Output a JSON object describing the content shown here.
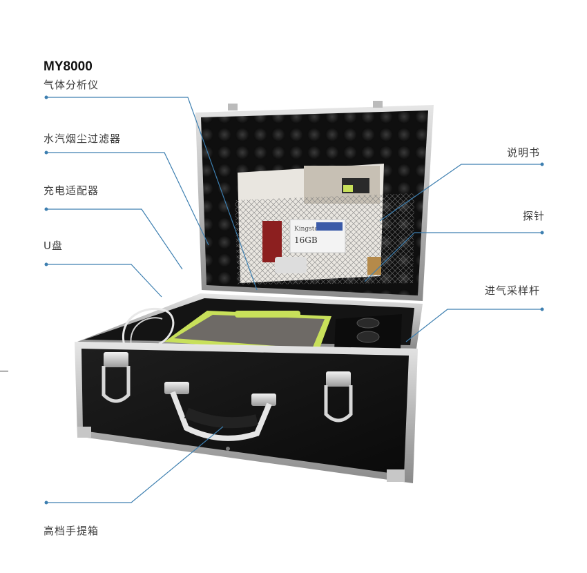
{
  "product": {
    "model": "MY8000",
    "name": "气体分析仪"
  },
  "callouts": {
    "filter": "水汽烟尘过滤器",
    "charger": "充电适配器",
    "usb": "U盘",
    "manual": "说明书",
    "probe": "探针",
    "intake_rod": "进气采样杆",
    "case": "高档手提箱"
  },
  "usb_card": {
    "brand": "Kingston",
    "capacity": "16GB"
  },
  "colors": {
    "leader_line": "#3d7fb0",
    "accent_device": "#c8e05a",
    "case_black": "#161616",
    "case_rim": "#c9c9c9"
  }
}
